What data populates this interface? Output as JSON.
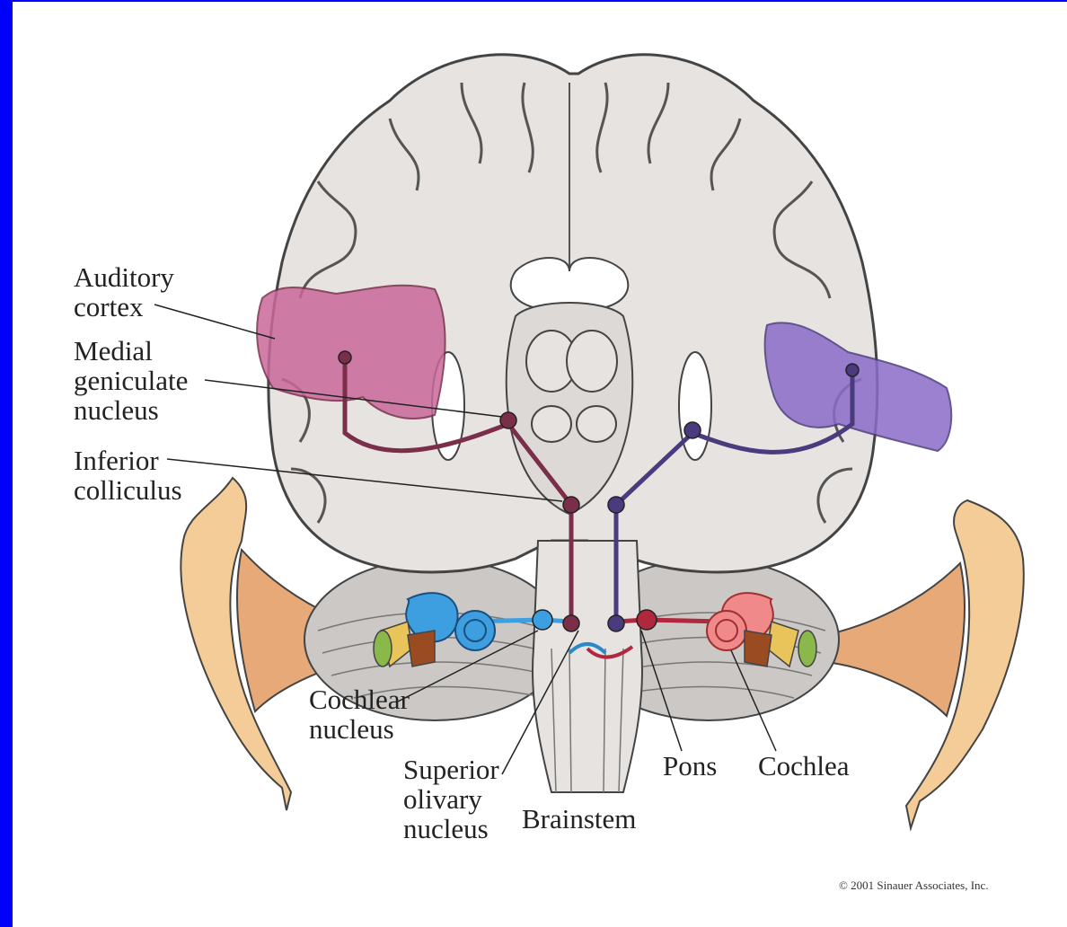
{
  "labels": {
    "auditory_cortex": [
      "Auditory",
      "cortex"
    ],
    "medial_geniculate_nucleus": [
      "Medial",
      "geniculate",
      "nucleus"
    ],
    "inferior_colliculus": [
      "Inferior",
      "colliculus"
    ],
    "cochlear_nucleus": [
      "Cochlear",
      "nucleus"
    ],
    "superior_olivary_nucleus": [
      "Superior",
      "olivary",
      "nucleus"
    ],
    "brainstem": "Brainstem",
    "pons": "Pons",
    "cochlea": "Cochlea"
  },
  "copyright": "© 2001 Sinauer Associates, Inc.",
  "colors": {
    "frame": "#0000ff",
    "background": "#ffffff",
    "left_pathway": "#7a2e4a",
    "right_pathway": "#4a3a7e",
    "left_cortex_highlight": "#c9689a",
    "right_cortex_highlight": "#8a6cc8",
    "left_cochlea": "#3d9ee0",
    "right_cochlea": "#f08a8a",
    "ear_skin": "#f3cc98",
    "brain_tissue": "#e6e3e1"
  }
}
